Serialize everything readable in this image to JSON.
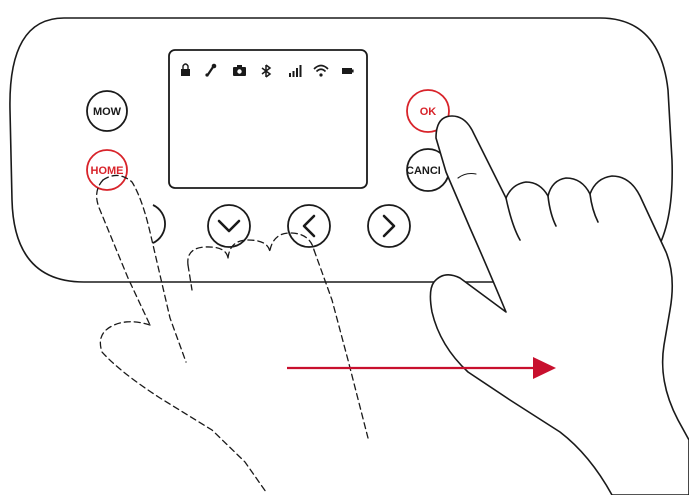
{
  "buttons": {
    "mow": "MOW",
    "home": "HOME",
    "ok": "OK",
    "cancel": "CANCEL"
  },
  "status_icons": [
    "lock-icon",
    "tool-icon",
    "camera-icon",
    "bluetooth-icon",
    "signal-bars-icon",
    "wifi-icon",
    "battery-icon"
  ],
  "colors": {
    "highlight": "#d8232a",
    "line": "#1a1a1a",
    "arrow": "#c8102e"
  },
  "gesture": {
    "direction": "right"
  }
}
